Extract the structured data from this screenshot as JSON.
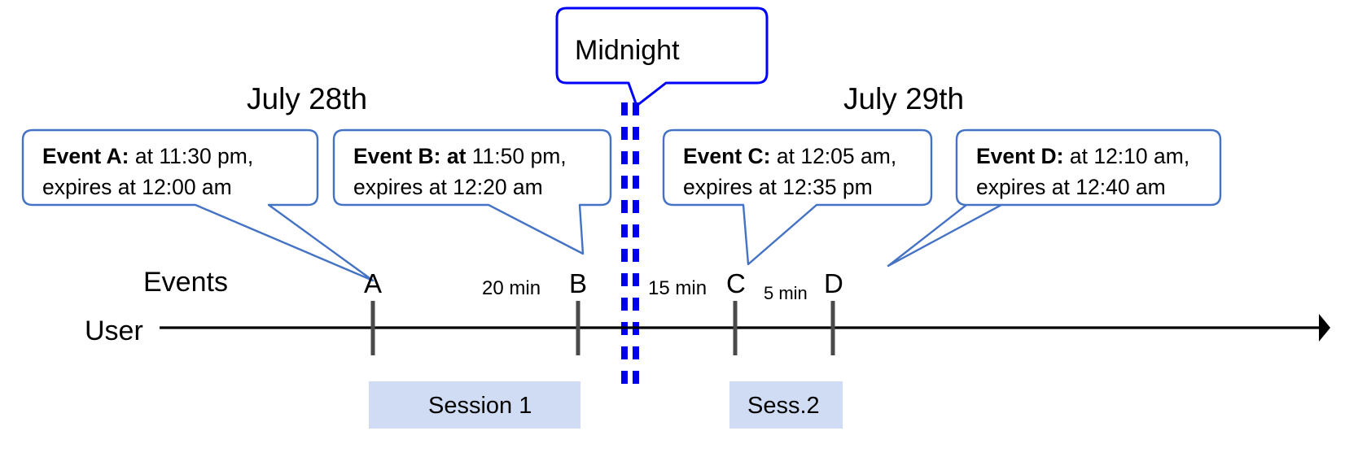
{
  "diagram": {
    "title_dates": [
      {
        "id": "july-28",
        "label": "July 28th"
      },
      {
        "id": "july-29",
        "label": "July 29th"
      }
    ],
    "midnight": {
      "label": "Midnight",
      "border_color": "#0000FF",
      "divider_color": "#0000EE"
    },
    "callouts": [
      {
        "id": "event-a",
        "line1_bold": "Event A:",
        "line1_rest": " at 11:30 pm,",
        "line2": "expires at 12:00 am",
        "border_color": "#4472C4"
      },
      {
        "id": "event-b",
        "line1_bold": "Event B: at",
        "line1_rest": " 11:50 pm,",
        "line2": "expires at 12:20 am",
        "border_color": "#4472C4"
      },
      {
        "id": "event-c",
        "line1_bold": "Event C:",
        "line1_rest": " at 12:05 am,",
        "line2": "expires at 12:35 pm",
        "border_color": "#4472C4"
      },
      {
        "id": "event-d",
        "line1_bold": "Event D:",
        "line1_rest": "  at 12:10 am,",
        "line2": "expires at 12:40 am",
        "border_color": "#4472C4"
      }
    ],
    "axis": {
      "row_label_events": "Events",
      "row_label_user": "User",
      "line_color": "#000000",
      "tick_color": "#4A4A4A"
    },
    "event_marks": [
      {
        "id": "mark-a",
        "label": "A"
      },
      {
        "id": "mark-b",
        "label": "B"
      },
      {
        "id": "mark-c",
        "label": "C"
      },
      {
        "id": "mark-d",
        "label": "D"
      }
    ],
    "durations": [
      {
        "id": "dur-ab",
        "label": "20 min"
      },
      {
        "id": "dur-bc",
        "label": "15 min"
      },
      {
        "id": "dur-cd",
        "label": "5 min"
      }
    ],
    "sessions": [
      {
        "id": "session-1",
        "label": "Session 1",
        "color": "#CFDCF3"
      },
      {
        "id": "session-2",
        "label": "Sess.2",
        "color": "#CFDCF3"
      }
    ]
  }
}
